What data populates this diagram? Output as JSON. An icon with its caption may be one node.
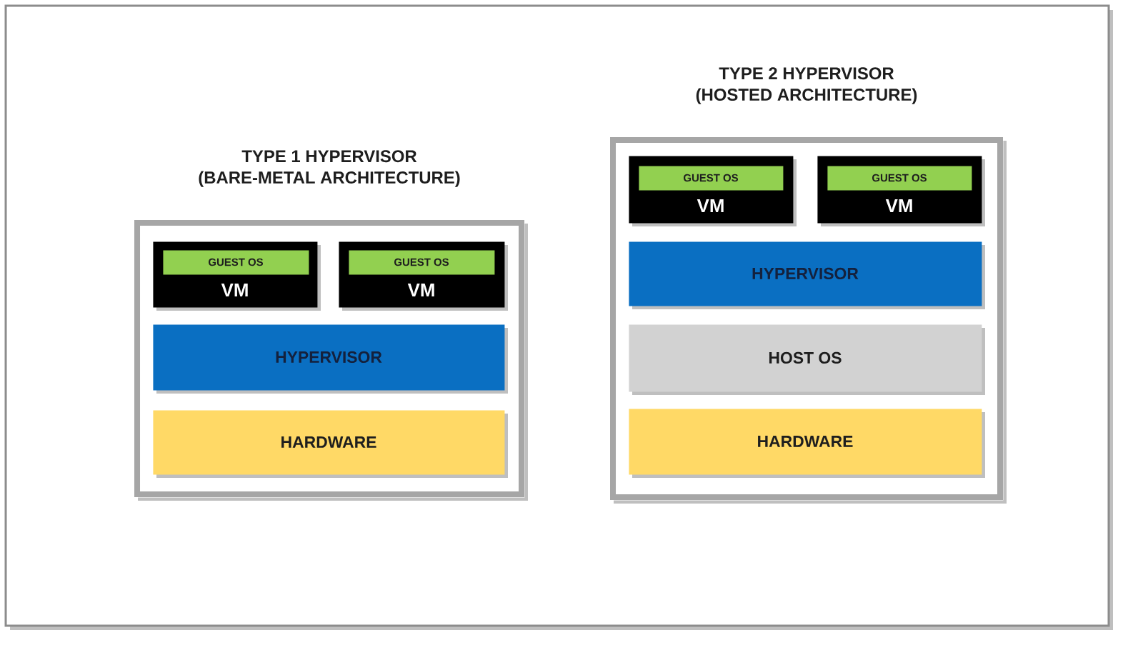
{
  "diagram": {
    "nodes": [
      {
        "text": [
          "TYPE 1 HYPERVISOR",
          "(BARE-METAL ARCHITECTURE)"
        ]
      },
      {
        "text": [
          "VM"
        ],
        "in": 0
      },
      {
        "text": [
          "GUEST OS"
        ],
        "in": 1
      },
      {
        "text": [
          "VM"
        ],
        "in": 0
      },
      {
        "text": [
          "GUEST OS"
        ],
        "in": 3
      },
      {
        "text": [
          "HYPERVISOR"
        ],
        "in": 0
      },
      {
        "text": [
          "HARDWARE"
        ],
        "in": 0
      },
      {
        "text": [
          "TYPE 2 HYPERVISOR",
          "(HOSTED ARCHITECTURE)"
        ]
      },
      {
        "text": [
          "VM"
        ],
        "in": 7
      },
      {
        "text": [
          "GUEST OS"
        ],
        "in": 8
      },
      {
        "text": [
          "VM"
        ],
        "in": 7
      },
      {
        "text": [
          "GUEST OS"
        ],
        "in": 10
      },
      {
        "text": [
          "HYPERVISOR"
        ],
        "in": 7
      },
      {
        "text": [
          "HOST OS"
        ],
        "in": 7
      },
      {
        "text": [
          "HARDWARE"
        ],
        "in": 7
      }
    ]
  }
}
